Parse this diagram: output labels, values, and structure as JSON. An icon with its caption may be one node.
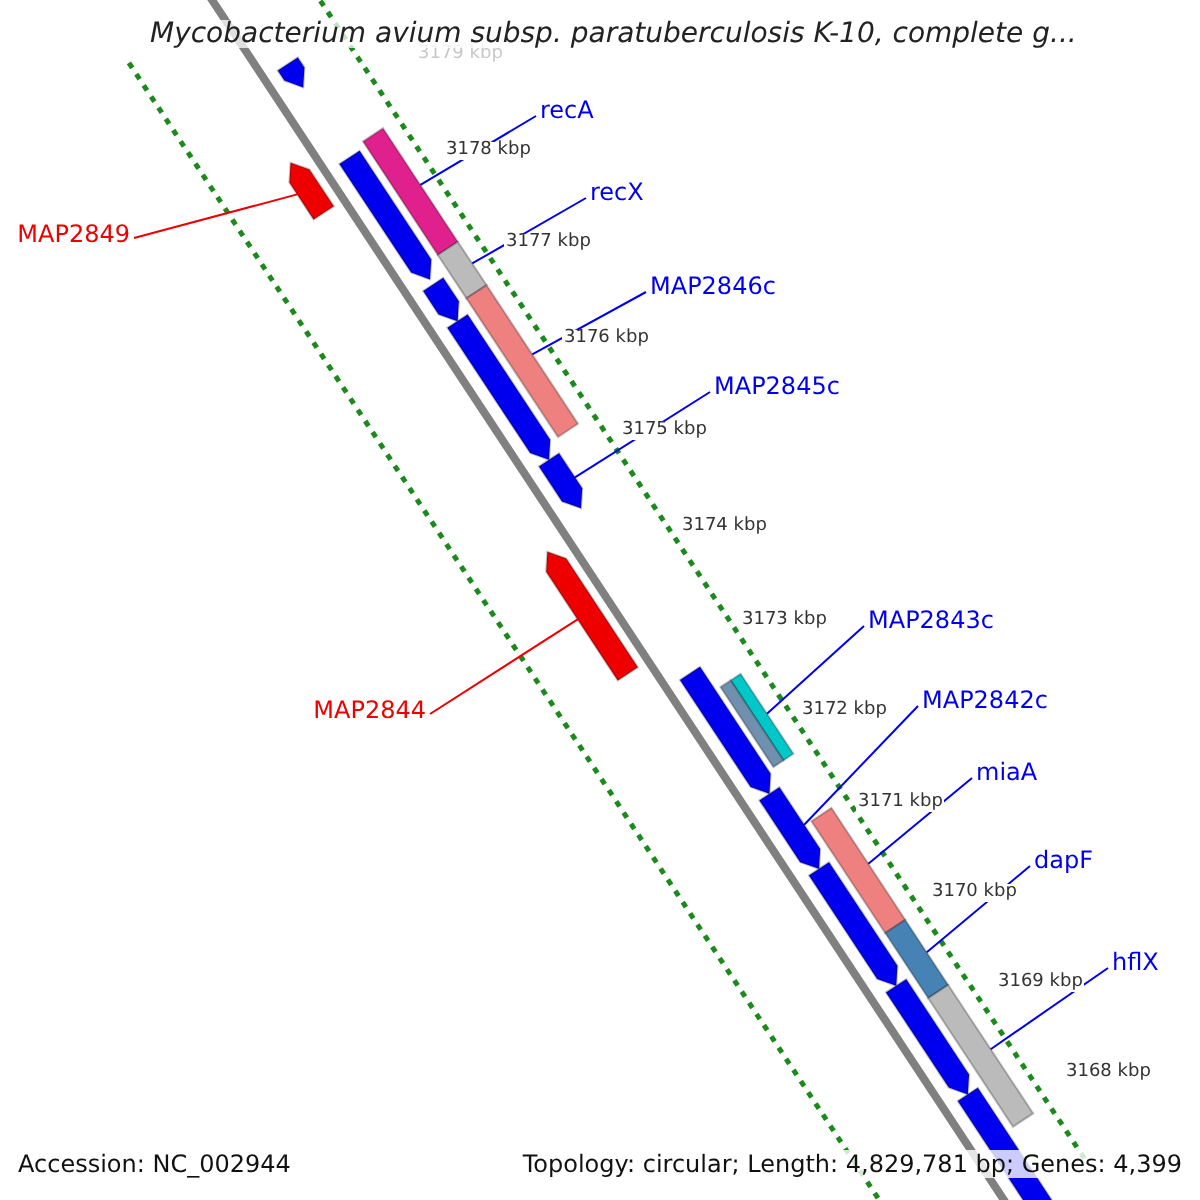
{
  "diagram": {
    "title": "Mycobacterium avium subsp. paratuberculosis K-10, complete g...",
    "nodes": [
      {
        "text": [
          "recA"
        ]
      },
      {
        "text": [
          "recX"
        ]
      },
      {
        "text": [
          "MAP2849"
        ]
      },
      {
        "text": [
          "MAP2846c"
        ]
      },
      {
        "text": [
          "MAP2845c"
        ]
      },
      {
        "text": [
          "MAP2843c"
        ]
      },
      {
        "text": [
          "MAP2842c"
        ]
      },
      {
        "text": [
          "MAP2844"
        ]
      },
      {
        "text": [
          "miaA"
        ]
      },
      {
        "text": [
          "dapF"
        ]
      },
      {
        "text": [
          "hflX"
        ]
      },
      {
        "text": [],
        "shape": "bar"
      },
      {
        "text": [],
        "shape": "bar"
      },
      {
        "text": [],
        "shape": "bar"
      },
      {
        "text": [],
        "shape": "bar"
      },
      {
        "text": [],
        "shape": "bar"
      },
      {
        "text": [],
        "shape": "bar"
      },
      {
        "text": [],
        "shape": "bar"
      },
      {
        "text": [],
        "shape": "bar"
      },
      {
        "text": [],
        "shape": "bar"
      },
      {
        "text": [],
        "shape": "bar"
      },
      {
        "text": [],
        "shape": "bar"
      },
      {
        "text": [],
        "shape": "bar"
      },
      {
        "text": [],
        "shape": "bar"
      },
      {
        "text": [],
        "shape": "bar"
      },
      {
        "text": [],
        "shape": "bar"
      },
      {
        "text": [],
        "shape": "bar"
      },
      {
        "text": [],
        "shape": "bar"
      },
      {
        "text": [],
        "shape": "bar"
      },
      {
        "text": [],
        "shape": "bar"
      },
      {
        "text": [],
        "shape": "bar"
      }
    ],
    "edges": [
      {
        "from": 0,
        "to": 11,
        "arrow": "none"
      },
      {
        "from": 1,
        "to": 12,
        "arrow": "none"
      },
      {
        "from": 2,
        "to": 13,
        "arrow": "none",
        "color": "#ee0000"
      },
      {
        "from": 3,
        "to": 14,
        "arrow": "none"
      },
      {
        "from": 4,
        "to": 15,
        "arrow": "none"
      },
      {
        "from": 5,
        "to": 16,
        "arrow": "none"
      },
      {
        "from": 6,
        "to": 17,
        "arrow": "none"
      },
      {
        "from": 7,
        "to": 18,
        "arrow": "none",
        "color": "#ee0000"
      },
      {
        "from": 8,
        "to": 19,
        "arrow": "none"
      },
      {
        "from": 9,
        "to": 20,
        "arrow": "none"
      },
      {
        "from": 10,
        "to": 21,
        "arrow": "none"
      }
    ],
    "labels": [
      "3179 kbp",
      "3178 kbp",
      "3177 kbp",
      "3176 kbp",
      "3175 kbp",
      "3174 kbp",
      "3173 kbp",
      "3172 kbp",
      "3171 kbp",
      "3170 kbp",
      "3169 kbp",
      "3168 kbp",
      "Accession: NC_002944",
      "Topology: circular; Length: 4,829,781 bp; Genes: 4,399"
    ]
  }
}
